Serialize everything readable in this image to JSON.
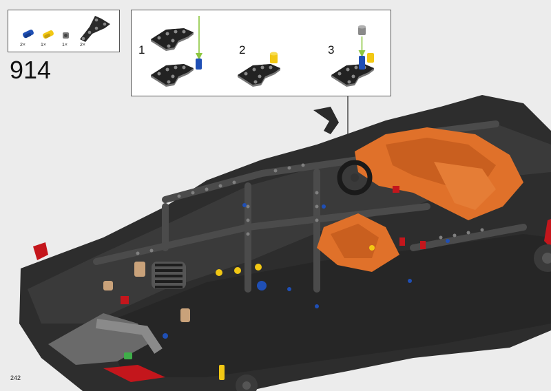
{
  "step": {
    "number": "914"
  },
  "parts_list": [
    {
      "icon": "blue-pin-icon",
      "qty": "2×",
      "color": "#1f4fb5"
    },
    {
      "icon": "yellow-pin-icon",
      "qty": "1×",
      "color": "#f2c814"
    },
    {
      "icon": "gray-bush-icon",
      "qty": "1×",
      "color": "#7a7a7a"
    },
    {
      "icon": "black-triangle-beam-icon",
      "qty": "2×",
      "color": "#2a2a2a"
    }
  ],
  "substeps": [
    {
      "label": "1"
    },
    {
      "label": "2"
    },
    {
      "label": "3"
    }
  ],
  "page": {
    "number": "242"
  },
  "colors": {
    "background": "#ececec",
    "frame_dark": "#2b2b2b",
    "engine_orange": "#e0712a",
    "accent_red": "#c4161c",
    "arrow_green": "#8cc63f"
  }
}
